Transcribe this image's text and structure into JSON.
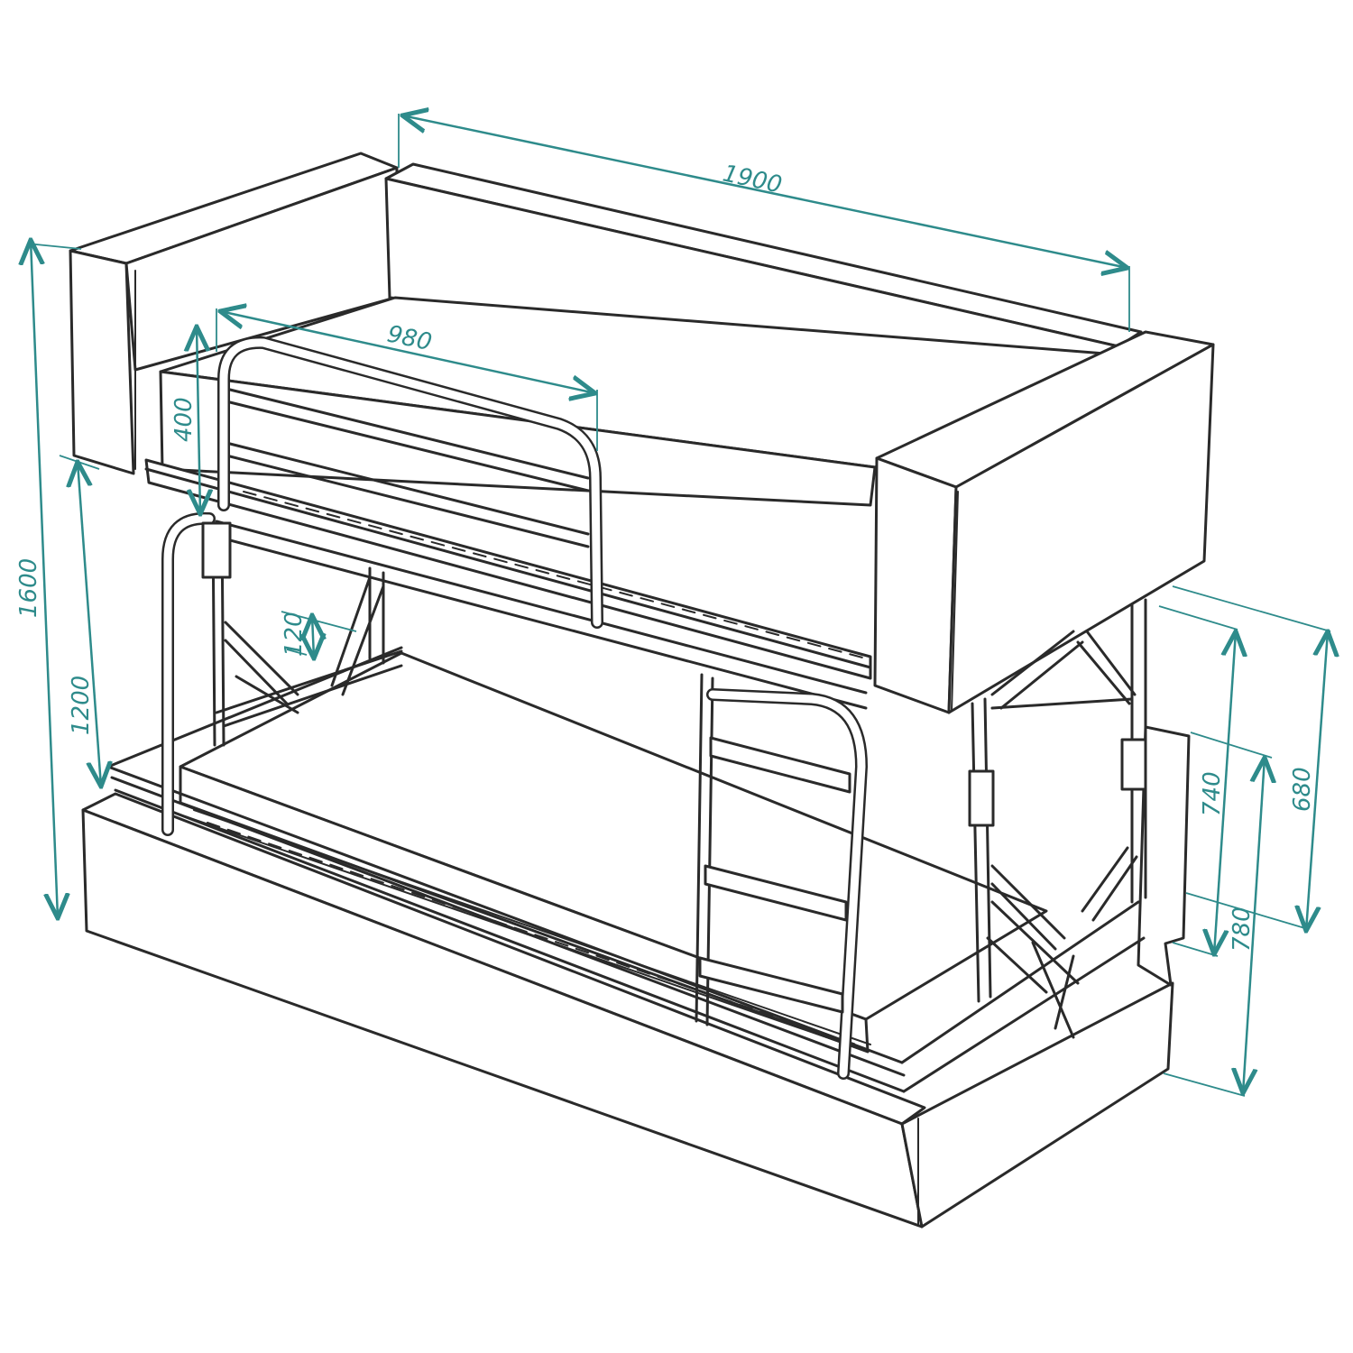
{
  "colors": {
    "dimension": "#2e8b8b",
    "line": "#2a2a2a",
    "background": "#ffffff"
  },
  "dimensions": {
    "total_length": "1900",
    "upper_width": "980",
    "rail_height": "400",
    "total_height": "1600",
    "upper_deck_height": "1200",
    "step_gap": "120",
    "pullout_height_a": "740",
    "pullout_height_b": "680",
    "base_height": "780"
  }
}
